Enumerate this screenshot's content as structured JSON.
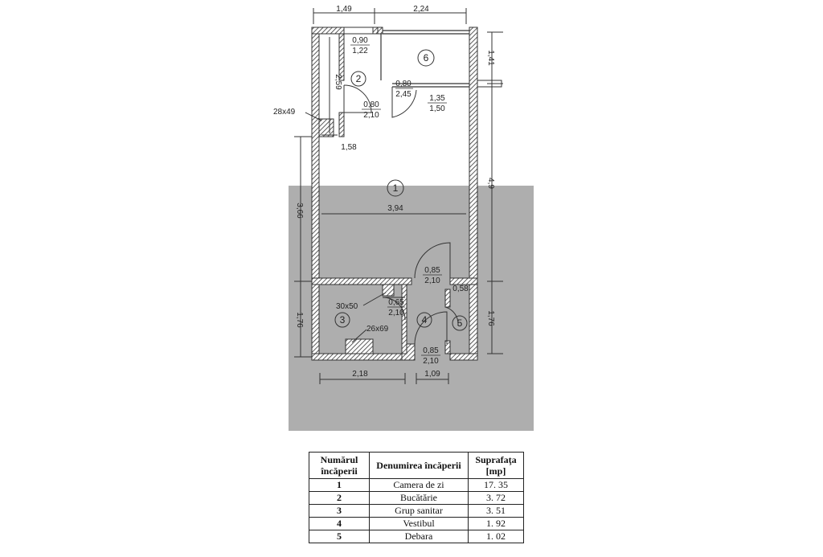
{
  "plan": {
    "dimensions": {
      "top_left": "1,49",
      "top_right": "2,24",
      "right_top": "1,41",
      "right_main": "4,9",
      "right_bottom": "1,76",
      "left_main": "3,66",
      "left_bottom": "1,76",
      "room2_height": "2,59",
      "room2_width": "1,58",
      "room1_width": "3,94",
      "bottom_left": "2,18",
      "bottom_right": "1,09",
      "side_block": "0,58"
    },
    "openings": {
      "window_top": {
        "w": "0,90",
        "h": "1,22"
      },
      "door_kitchen": {
        "w": "0,80",
        "h": "2,10"
      },
      "door_room6": {
        "w": "0,80",
        "h": "2,45"
      },
      "window_room6": {
        "w": "1,35",
        "h": "1,50"
      },
      "door_main": {
        "w": "0,85",
        "h": "2,10"
      },
      "door_bath": {
        "w": "0,65",
        "h": "2,10"
      },
      "door_entry": {
        "w": "0,85",
        "h": "2,10"
      },
      "vent_left": "28x49",
      "vent_bath": "30x50",
      "vent_bath2": "26x69"
    },
    "rooms": [
      "1",
      "2",
      "3",
      "4",
      "5",
      "6"
    ]
  },
  "table": {
    "headers": [
      "Numărul încăperii",
      "Denumirea încăperii",
      "Suprafaţa [mp]"
    ],
    "rows": [
      {
        "num": "1",
        "name": "Camera de zi",
        "area": "17. 35"
      },
      {
        "num": "2",
        "name": "Bucătărie",
        "area": "3. 72"
      },
      {
        "num": "3",
        "name": "Grup sanitar",
        "area": "3. 51"
      },
      {
        "num": "4",
        "name": "Vestibul",
        "area": "1. 92"
      },
      {
        "num": "5",
        "name": "Debara",
        "area": "1. 02"
      }
    ]
  },
  "colors": {
    "overlay": "#8f8f8f",
    "wall": "#333333"
  }
}
